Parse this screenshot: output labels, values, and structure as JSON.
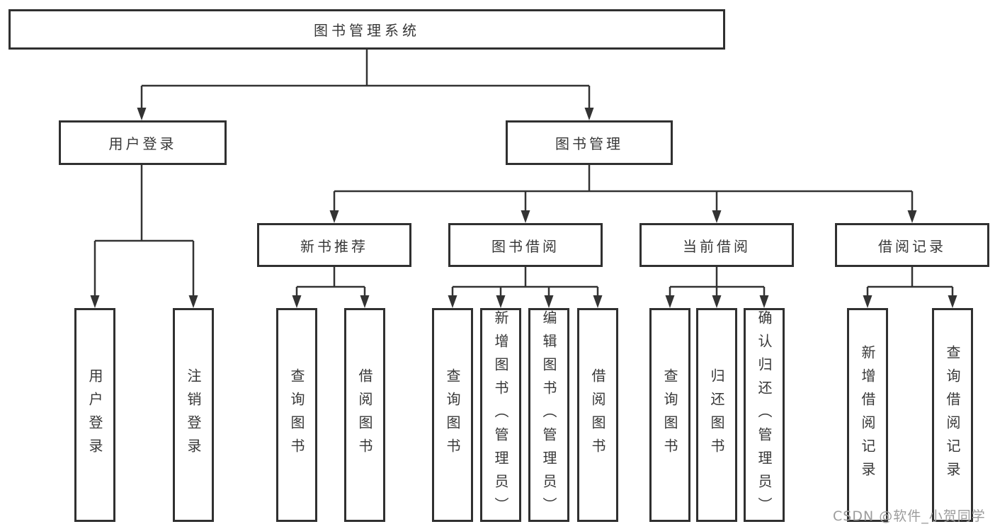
{
  "diagram_type": "hierarchy-tree",
  "nodes": {
    "root": "图书管理系统",
    "level1": [
      "用户登录",
      "图书管理"
    ],
    "level2": [
      "新书推荐",
      "图书借阅",
      "当前借阅",
      "借阅记录"
    ],
    "leaves": {
      "user": [
        "用户登录",
        "注销登录"
      ],
      "recommend": [
        "查询图书",
        "借阅图书"
      ],
      "borrow": [
        "查询图书",
        "新增图书（管理员）",
        "编辑图书（管理员）",
        "借阅图书"
      ],
      "current": [
        "查询图书",
        "归还图书",
        "确认归还（管理员）"
      ],
      "records": [
        "新增借阅记录",
        "查询借阅记录"
      ]
    }
  },
  "watermark": {
    "text": "CSDN @软件_小贺同学"
  },
  "colors": {
    "box_border": "#303030",
    "connector": "#333333",
    "text": "#383838",
    "watermark": "#9c9c9c",
    "background": "#ffffff"
  }
}
